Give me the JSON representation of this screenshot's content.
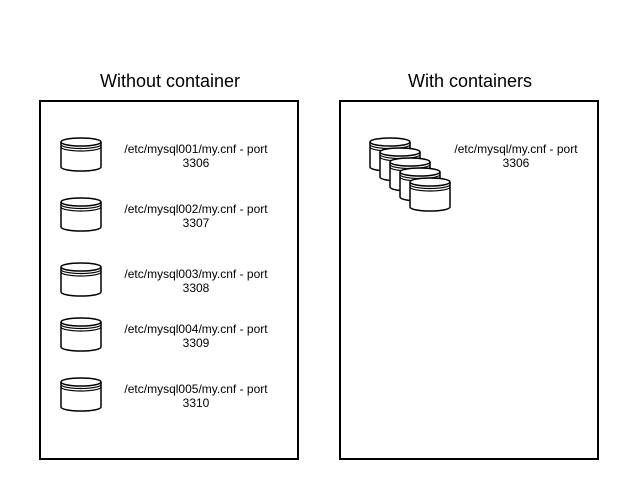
{
  "panels": [
    {
      "title": "Without container",
      "instances": [
        {
          "label_line1": "/etc/mysql001/my.cnf - port",
          "label_line2": "3306"
        },
        {
          "label_line1": "/etc/mysql002/my.cnf - port",
          "label_line2": "3307"
        },
        {
          "label_line1": "/etc/mysql003/my.cnf - port",
          "label_line2": "3308"
        },
        {
          "label_line1": "/etc/mysql004/my.cnf - port",
          "label_line2": "3309"
        },
        {
          "label_line1": "/etc/mysql005/my.cnf - port",
          "label_line2": "3310"
        }
      ]
    },
    {
      "title": "With containers",
      "instance": {
        "label_line1": "/etc/mysql/my.cnf - port",
        "label_line2": "3306"
      }
    }
  ],
  "icons": {
    "database": "database-icon",
    "stack": "database-stack-icon"
  },
  "colors": {
    "stroke": "#000000",
    "fill": "#ffffff"
  }
}
